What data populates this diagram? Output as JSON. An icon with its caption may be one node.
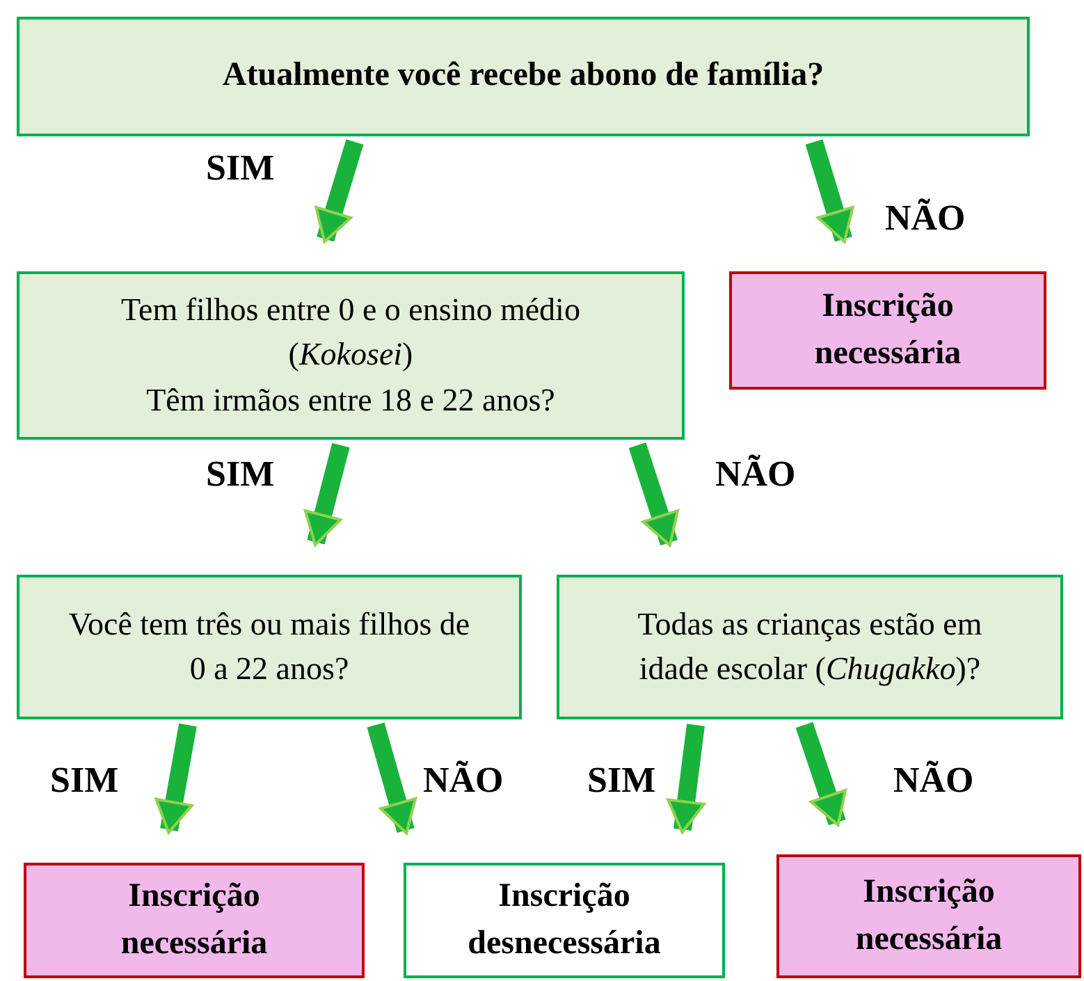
{
  "diagram": {
    "nodes": [
      {
        "text": [
          "Atualmente você recebe abono de família?"
        ]
      },
      {
        "text": [
          "Tem filhos entre 0 e o ensino médio (*Kokosei*)",
          "Têm irmãos entre 18 e 22 anos?"
        ]
      },
      {
        "text": [
          "Inscrição necessária"
        ]
      },
      {
        "text": [
          "Você tem três ou mais filhos de 0 a 22 anos?"
        ]
      },
      {
        "text": [
          "Todas as crianças estão em idade escolar (*Chugakko*)?"
        ]
      },
      {
        "text": [
          "Inscrição necessária"
        ]
      },
      {
        "text": [
          "Inscrição desnecessária"
        ]
      },
      {
        "text": [
          "Inscrição necessária"
        ]
      }
    ],
    "edges": [
      {
        "from": 0,
        "to": 1,
        "arrow": "to",
        "label": "SIM"
      },
      {
        "from": 0,
        "to": 2,
        "arrow": "to",
        "label": "NÃO"
      },
      {
        "from": 1,
        "to": 3,
        "arrow": "to",
        "label": "SIM"
      },
      {
        "from": 1,
        "to": 4,
        "arrow": "to",
        "label": "NÃO"
      },
      {
        "from": 3,
        "to": 5,
        "arrow": "to",
        "label": "SIM"
      },
      {
        "from": 3,
        "to": 6,
        "arrow": "to",
        "label": "NÃO"
      },
      {
        "from": 4,
        "to": 6,
        "arrow": "to",
        "label": "SIM"
      },
      {
        "from": 4,
        "to": 7,
        "arrow": "to",
        "label": "NÃO"
      }
    ]
  }
}
